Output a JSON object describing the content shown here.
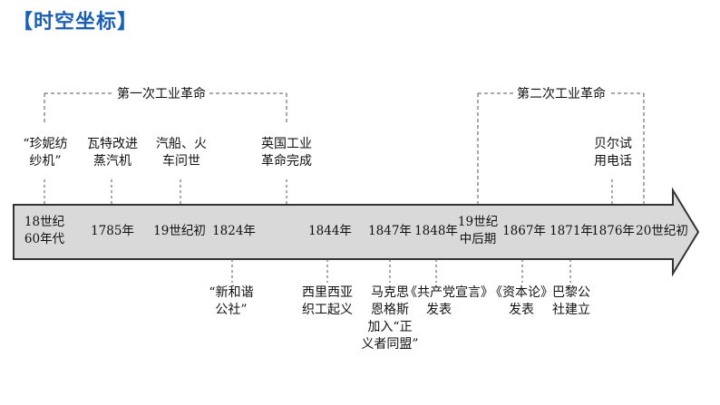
{
  "title": "【时空坐标】",
  "revolutions": {
    "first": "第一次工业革命",
    "second": "第二次工业革命"
  },
  "timeline": {
    "ticks": [
      "18世纪\n60年代",
      "1785年",
      "19世纪初",
      "1824年",
      "1844年",
      "1847年",
      "1848年",
      "19世纪\n中后期",
      "1867年",
      "1871年",
      "1876年",
      "20世纪初"
    ]
  },
  "events_above": [
    "“珍妮纺\n纱机”",
    "瓦特改进\n蒸汽机",
    "汽船、火\n车问世",
    "英国工业\n革命完成",
    "贝尔试\n用电话"
  ],
  "events_below": [
    "“新和谐\n公社”",
    "西里西亚\n织工起义",
    "马克思\n恩格斯\n加入“正\n义者同盟”",
    "《共产党宣言》\n发表",
    "《资本论》\n发表",
    "巴黎公\n社建立"
  ],
  "colors": {
    "title": "#1a5fb4",
    "arrow_fill": "#d9d9d9",
    "arrow_stroke": "#333333",
    "dashed": "#555555"
  }
}
